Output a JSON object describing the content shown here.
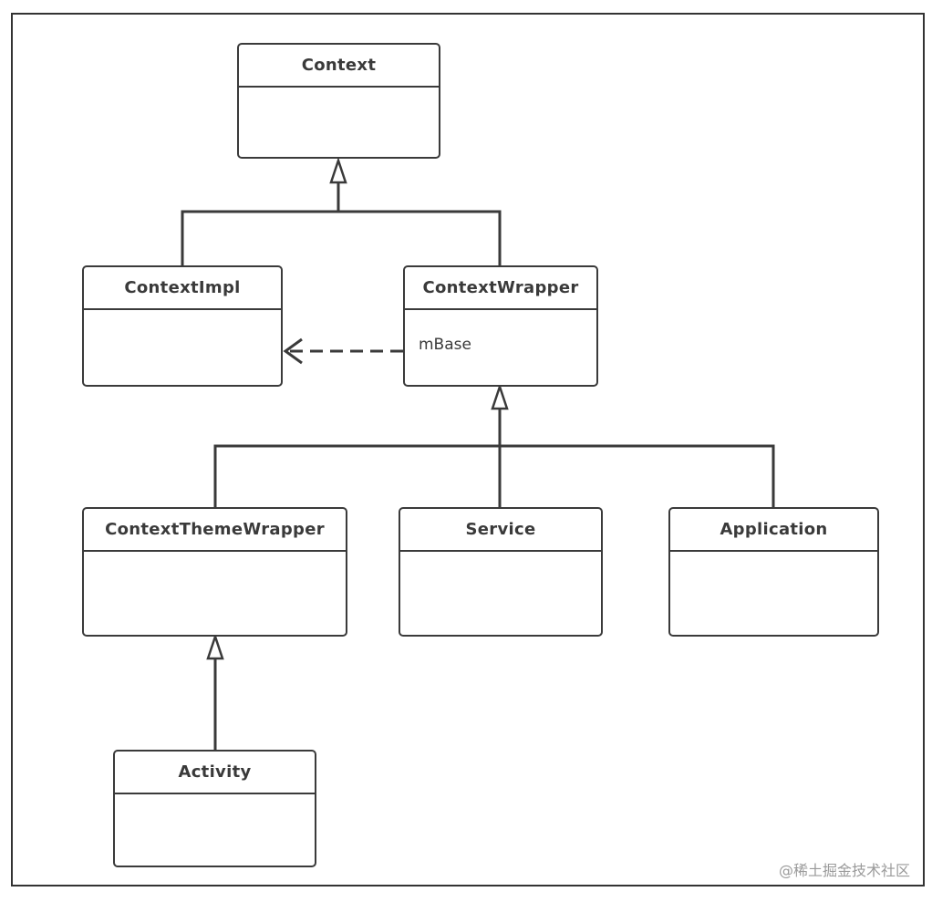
{
  "classes": {
    "context": {
      "name": "Context"
    },
    "context_impl": {
      "name": "ContextImpl"
    },
    "context_wrapper": {
      "name": "ContextWrapper",
      "attribute": "mBase"
    },
    "context_theme_wrapper": {
      "name": "ContextThemeWrapper"
    },
    "service": {
      "name": "Service"
    },
    "application": {
      "name": "Application"
    },
    "activity": {
      "name": "Activity"
    }
  },
  "relations": [
    {
      "type": "generalization",
      "from": "ContextImpl",
      "to": "Context"
    },
    {
      "type": "generalization",
      "from": "ContextWrapper",
      "to": "Context"
    },
    {
      "type": "dependency",
      "from": "ContextWrapper",
      "to": "ContextImpl",
      "via": "mBase"
    },
    {
      "type": "generalization",
      "from": "ContextThemeWrapper",
      "to": "ContextWrapper"
    },
    {
      "type": "generalization",
      "from": "Service",
      "to": "ContextWrapper"
    },
    {
      "type": "generalization",
      "from": "Application",
      "to": "ContextWrapper"
    },
    {
      "type": "generalization",
      "from": "Activity",
      "to": "ContextThemeWrapper"
    }
  ],
  "watermark": "@稀土掘金技术社区",
  "colors": {
    "stroke": "#3a3a3a",
    "background": "#ffffff",
    "watermark": "#9a9a9a"
  }
}
